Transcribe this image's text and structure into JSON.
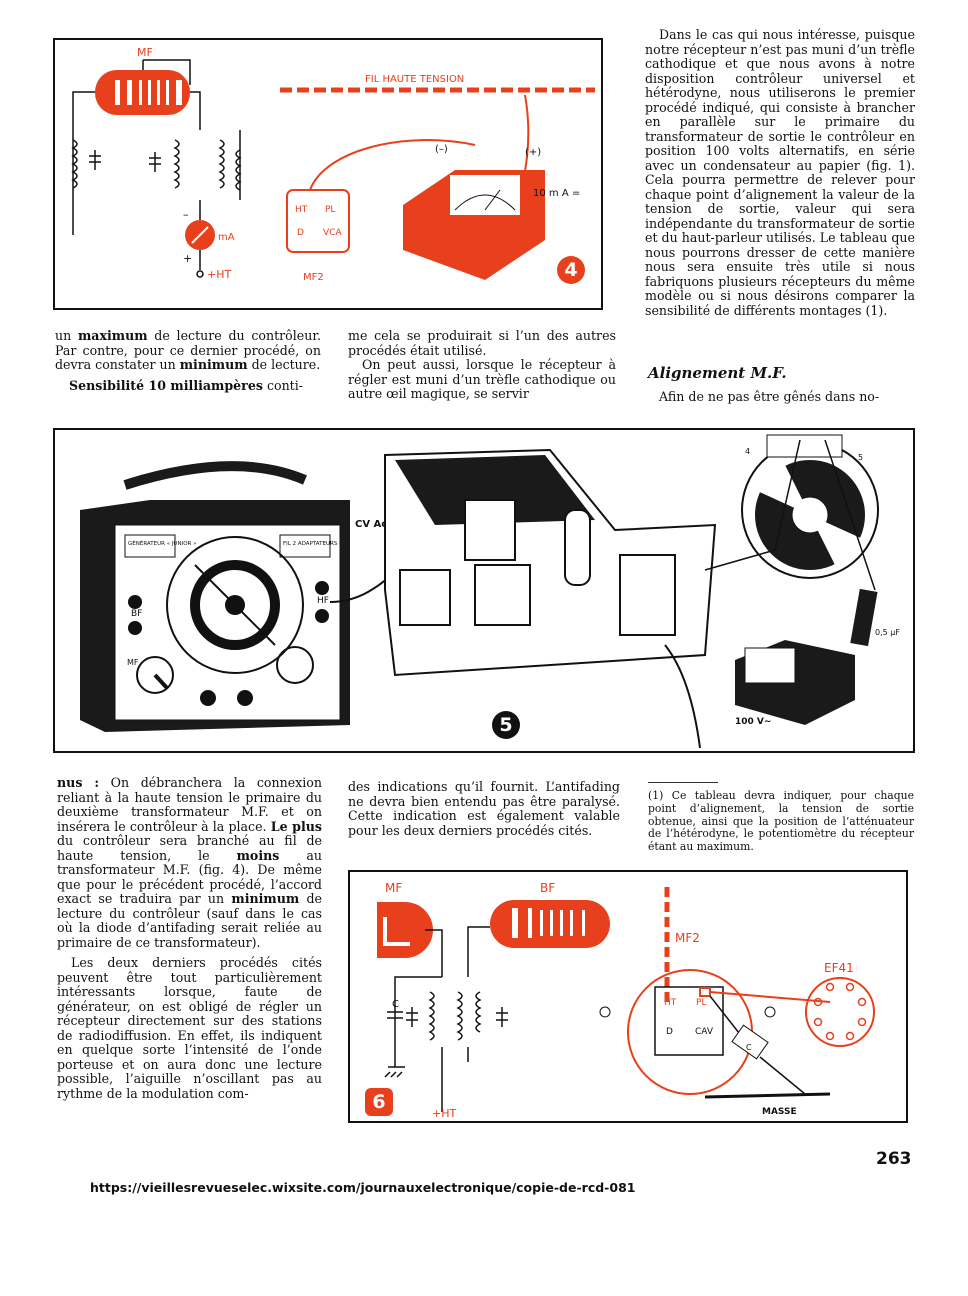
{
  "fig4": {
    "badge": "4",
    "lbl_mf": "MF",
    "lbl_ma": "mA",
    "lbl_plus": "+",
    "lbl_minus": "–",
    "lbl_ht": "+HT",
    "lbl_fil": "FIL  HAUTE  TENSION",
    "lbl_neg": "(–)",
    "lbl_pos": "(+)",
    "lbl_10ma": "10 m A =",
    "lbl_mf2": "MF2",
    "pin_ht": "HT",
    "pin_pl": "PL",
    "pin_d": "D",
    "pin_vca": "VCA"
  },
  "col1_top": {
    "p1_a": "un ",
    "p1_b": "maximum",
    "p1_c": " de lecture du contrôleur. Par contre, pour ce dernier procédé, on devra constater un ",
    "p1_d": "minimum",
    "p1_e": " de lecture.",
    "p2_a": "Sensibilité 10 milliampères",
    "p2_b": " conti-"
  },
  "col2_top": {
    "p1": "me cela se produirait si l’un des autres procédés était utilisé.",
    "p2": "On peut aussi, lorsque le récepteur à régler est muni d’un trèfle cathodique ou autre œil magique, se servir"
  },
  "col3_top": {
    "p1": "Dans le cas qui nous intéresse, puisque notre récepteur n’est pas muni d’un trèfle cathodique et que nous avons à notre disposition contrôleur universel et hétérodyne, nous utiliserons le premier procédé indiqué, qui consiste à brancher en parallèle sur le primaire du transformateur de sortie le contrôleur en position 100 volts alternatifs, en série avec un condensateur au papier (fig. 1). Cela pourra permettre de relever pour chaque point d’alignement la valeur de la tension de sortie, valeur qui sera indépendante du transformateur de sortie et du haut-parleur utilisés. Le tableau que nous pourrons dresser de cette manière nous sera ensuite très utile si nous fabriquons plusieurs récepteurs du même modèle ou si nous désirons comparer la sensibilité de différents montages (1).",
    "heading": "Alignement M.F.",
    "p2": "Afin de ne pas être gênés dans no-"
  },
  "fig5": {
    "badge": "5",
    "lbl_cv": "CV Accord",
    "lbl_gen": "GÉNÉRATEUR « JUNIOR »",
    "lbl_fil": "FIL 2 ADAPTATEURS",
    "lbl_bf": "BF",
    "lbl_hf": "HF",
    "lbl_mf": "MF",
    "lbl_cap": "0,5 µF",
    "lbl_100v": "100 V∼",
    "lbl_4": "4",
    "lbl_5": "5"
  },
  "col1_bot": {
    "p1_a": "nus :",
    "p1_b": " On débranchera la connexion reliant à la haute tension le primaire du deuxième transformateur M.F. et on insérera le contrôleur à la place. ",
    "p1_c": "Le plus",
    "p1_d": " du contrôleur sera branché au fil de haute tension, le ",
    "p1_e": "moins",
    "p1_f": " au transformateur M.F. (fig. 4). De même que pour le précédent procédé, l’accord exact se traduira par un ",
    "p1_g": "minimum",
    "p1_h": " de lecture du contrôleur (sauf dans le cas où la diode d’antifading serait reliée au primaire de ce transformateur).",
    "p2": "Les deux derniers procédés cités peuvent être tout particulièrement intéressants lorsque, faute de générateur, on est obligé de régler un récepteur directement sur des stations de radiodiffusion. En effet, ils indiquent en quelque sorte l’intensité de l’onde porteuse et on aura donc une lecture possible, l’aiguille n’oscillant pas au rythme de la modulation com-"
  },
  "col2_bot": {
    "p1": "des indications qu’il fournit. L’antifading ne devra bien entendu pas être paralysé. Cette indication est également valable pour les deux derniers procédés cités."
  },
  "footnote": {
    "text": "(1) Ce tableau devra indiquer, pour chaque point d’alignement, la tension de sortie obtenue, ainsi que la position de l’atténuateur de l’hétérodyne, le potentiomètre du récepteur étant au maximum."
  },
  "fig6": {
    "badge": "6",
    "lbl_mf": "MF",
    "lbl_bf": "BF",
    "lbl_c": "C",
    "lbl_ht": "+HT",
    "lbl_mf2": "MF2",
    "lbl_ef41": "EF41",
    "pin_ht": "HT",
    "pin_pl": "PL",
    "pin_d": "D",
    "pin_cav": "CAV",
    "lbl_cap": "C",
    "lbl_masse": "MASSE"
  },
  "page": {
    "number": "263",
    "url": "https://vieillesrevueselec.wixsite.com/journauxelectronique/copie-de-rcd-081"
  },
  "colors": {
    "red": "#e8401c",
    "ink": "#111111"
  }
}
